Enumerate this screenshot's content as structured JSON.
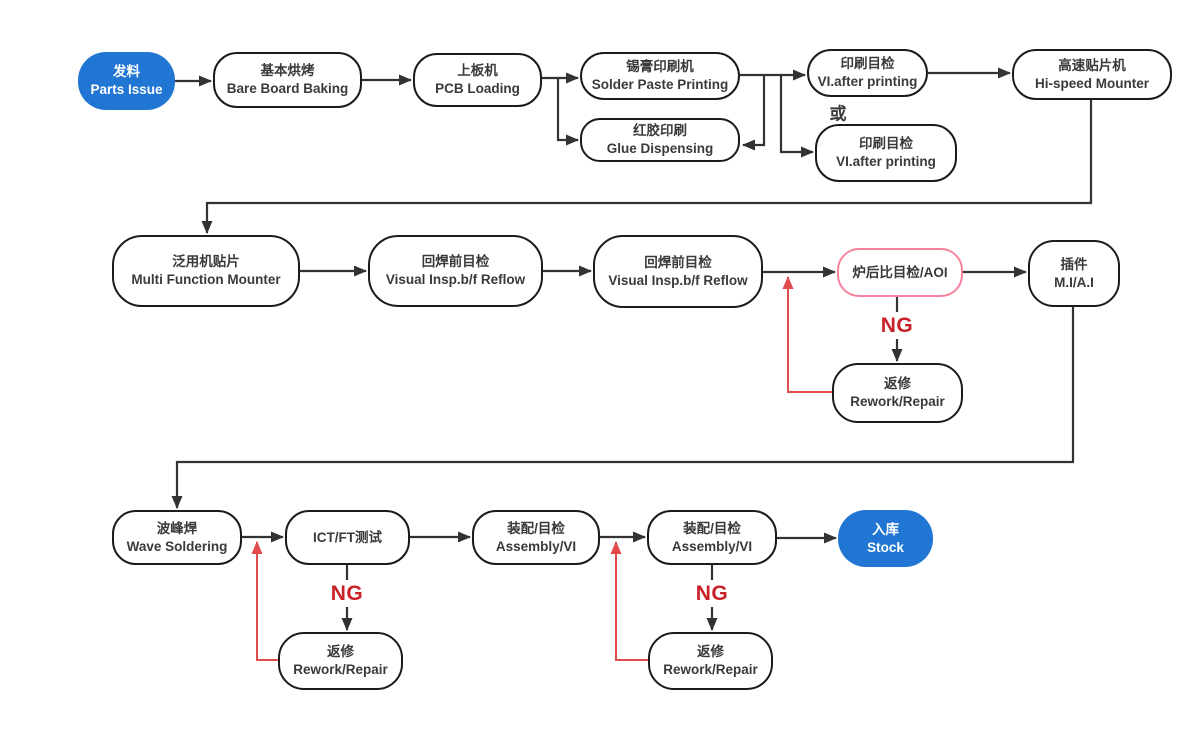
{
  "colors": {
    "accent_blue": "#2176d4",
    "node_border": "#1b1b1b",
    "aoi_border": "#f5829c",
    "line": "#333333",
    "red_line": "#e04b4b",
    "ng_red": "#c92128",
    "text": "#3a3a3a"
  },
  "labels": {
    "or": "或",
    "ng": "NG"
  },
  "nodes": {
    "parts_issue": {
      "zh": "发料",
      "en": "Parts Issue"
    },
    "bare_board_baking": {
      "zh": "基本烘烤",
      "en": "Bare Board Baking"
    },
    "pcb_loading": {
      "zh": "上板机",
      "en": "PCB Loading"
    },
    "solder_paste_printing": {
      "zh": "锡膏印刷机",
      "en": "Solder Paste Printing"
    },
    "glue_dispensing": {
      "zh": "红胶印刷",
      "en": "Glue Dispensing"
    },
    "vi_after_printing_1": {
      "zh": "印刷目检",
      "en": "VI.after printing"
    },
    "vi_after_printing_2": {
      "zh": "印刷目检",
      "en": "VI.after printing"
    },
    "hi_speed_mounter": {
      "zh": "高速贴片机",
      "en": "Hi-speed Mounter"
    },
    "multi_function_mounter": {
      "zh": "泛用机贴片",
      "en": "Multi Function Mounter"
    },
    "visual_insp_1": {
      "zh": "回焊前目检",
      "en": "Visual Insp.b/f Reflow"
    },
    "visual_insp_2": {
      "zh": "回焊前目检",
      "en": "Visual Insp.b/f Reflow"
    },
    "aoi": {
      "zh": "炉后比目检/AOI"
    },
    "mi_ai": {
      "zh": "插件",
      "en": "M.I/A.I"
    },
    "rework_smt": {
      "zh": "返修",
      "en": "Rework/Repair"
    },
    "wave_soldering": {
      "zh": "波峰焊",
      "en": "Wave Soldering"
    },
    "ict_ft": {
      "zh": "ICT/FT测试"
    },
    "assembly_1": {
      "zh": "装配/目检",
      "en": "Assembly/VI"
    },
    "assembly_2": {
      "zh": "装配/目检",
      "en": "Assembly/VI"
    },
    "stock": {
      "zh": "入库",
      "en": "Stock"
    },
    "rework_wave": {
      "zh": "返修",
      "en": "Rework/Repair"
    },
    "rework_assembly": {
      "zh": "返修",
      "en": "Rework/Repair"
    }
  }
}
